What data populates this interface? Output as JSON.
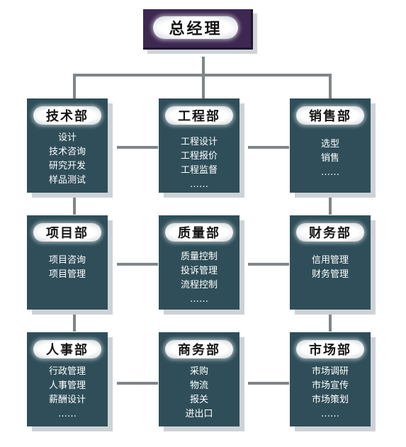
{
  "title": "总经理",
  "departments": [
    {
      "name": "技术部",
      "items": [
        "设计",
        "技术咨询",
        "研究开发",
        "样品测试"
      ]
    },
    {
      "name": "工程部",
      "items": [
        "工程设计",
        "工程报价",
        "工程监督",
        "……"
      ]
    },
    {
      "name": "销售部",
      "items": [
        "选型",
        "销售",
        "……"
      ]
    },
    {
      "name": "项目部",
      "items": [
        "项目咨询",
        "项目管理"
      ]
    },
    {
      "name": "质量部",
      "items": [
        "质量控制",
        "投诉管理",
        "流程控制",
        "……"
      ]
    },
    {
      "name": "财务部",
      "items": [
        "信用管理",
        "财务管理"
      ]
    },
    {
      "name": "人事部",
      "items": [
        "行政管理",
        "人事管理",
        "薪酬设计",
        "……"
      ]
    },
    {
      "name": "商务部",
      "items": [
        "采购",
        "物流",
        "报关",
        "进出口"
      ]
    },
    {
      "name": "市场部",
      "items": [
        "市场调研",
        "市场宣传",
        "市场策划",
        "……"
      ]
    }
  ],
  "colors": {
    "top_box": "#3d2852",
    "department_box": "#2f4e59",
    "connector": "#7f8588",
    "shadow": "#cdd2d6"
  }
}
